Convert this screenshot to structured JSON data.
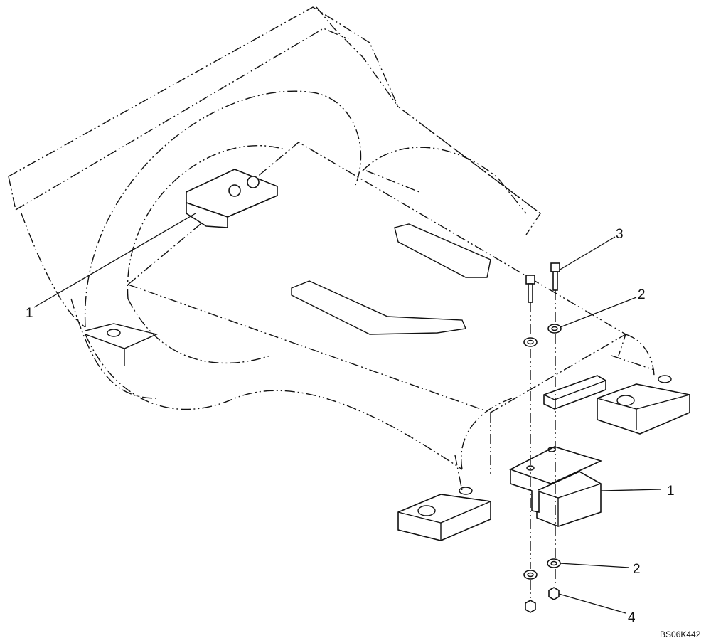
{
  "callouts": {
    "c1_left": "1",
    "c1_right": "1",
    "c2_upper": "2",
    "c2_lower": "2",
    "c3": "3",
    "c4": "4"
  },
  "figure_code": "BS06K442"
}
